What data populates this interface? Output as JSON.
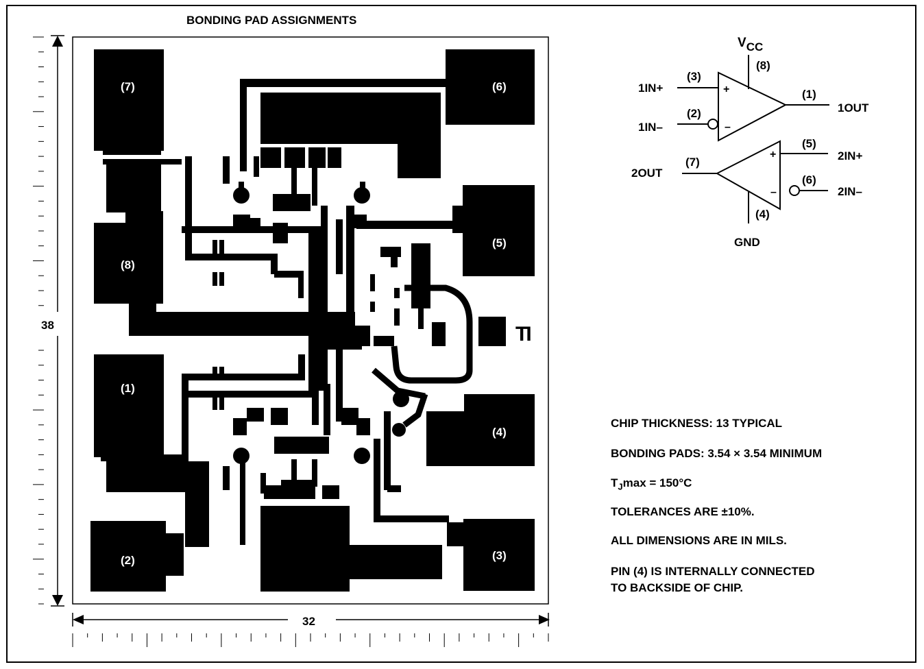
{
  "title": "BONDING PAD ASSIGNMENTS",
  "dimensions": {
    "height": "38",
    "width": "32"
  },
  "pads": [
    {
      "label": "(7)"
    },
    {
      "label": "(8)"
    },
    {
      "label": "(1)"
    },
    {
      "label": "(2)"
    },
    {
      "label": "(6)"
    },
    {
      "label": "(5)"
    },
    {
      "label": "(4)"
    },
    {
      "label": "(3)"
    }
  ],
  "logo": "TI",
  "schematic": {
    "vcc": {
      "main": "V",
      "sub": "CC",
      "pin": "(8)"
    },
    "gnd": {
      "label": "GND",
      "pin": "(4)"
    },
    "amp1": {
      "in_plus": {
        "label": "1IN+",
        "pin": "(3)"
      },
      "in_minus": {
        "label": "1IN–",
        "pin": "(2)"
      },
      "out": {
        "label": "1OUT",
        "pin": "(1)"
      }
    },
    "amp2": {
      "in_plus": {
        "label": "2IN+",
        "pin": "(5)"
      },
      "in_minus": {
        "label": "2IN–",
        "pin": "(6)"
      },
      "out": {
        "label": "2OUT",
        "pin": "(7)"
      }
    },
    "plus_sign": "+",
    "minus_sign": "–"
  },
  "notes": {
    "thickness": "CHIP THICKNESS: 13 TYPICAL",
    "pads": "BONDING PADS: 3.54 × 3.54 MINIMUM",
    "tj_prefix": "T",
    "tj_sub": "J",
    "tj_rest": "max = 150°C",
    "tolerances": "TOLERANCES ARE ±10%.",
    "dimensions": "ALL DIMENSIONS ARE IN MILS.",
    "pin_line1": "PIN (4) IS INTERNALLY CONNECTED",
    "pin_line2": "TO BACKSIDE OF CHIP."
  }
}
